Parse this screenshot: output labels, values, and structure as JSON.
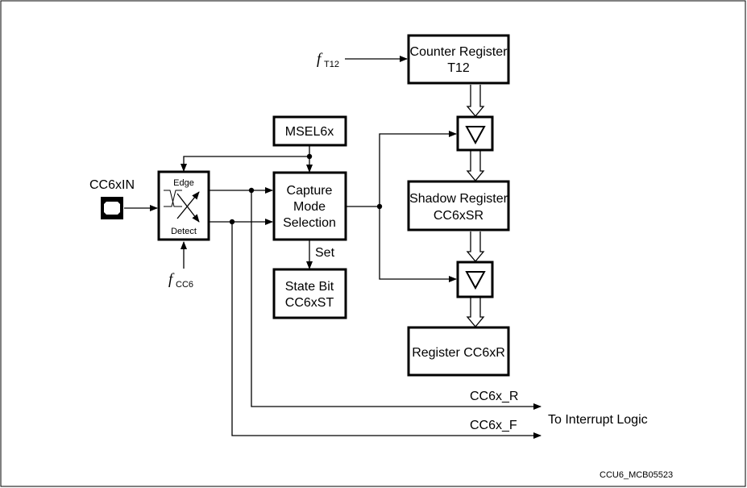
{
  "inputs": {
    "counter_clock": {
      "symbol": "f",
      "subscript": "T12"
    },
    "edge_clock": {
      "symbol": "f",
      "subscript": "CC6"
    },
    "pin": "CC6xIN"
  },
  "blocks": {
    "counter_register": {
      "line1": "Counter Register",
      "line2": "T12"
    },
    "msel": {
      "label": "MSEL6x"
    },
    "edge_detect": {
      "top": "Edge",
      "bottom": "Detect"
    },
    "capture_mode": {
      "line1": "Capture",
      "line2": "Mode",
      "line3": "Selection"
    },
    "state_bit": {
      "line1": "State Bit",
      "line2": "CC6xST"
    },
    "shadow_register": {
      "line1": "Shadow Register",
      "line2": "CC6xSR"
    },
    "register": {
      "label": "Register CC6xR"
    }
  },
  "signals": {
    "set": "Set",
    "rising": "CC6x_R",
    "falling": "CC6x_F",
    "interrupt": "To Interrupt Logic"
  },
  "figure_id": "CCU6_MCB05523"
}
